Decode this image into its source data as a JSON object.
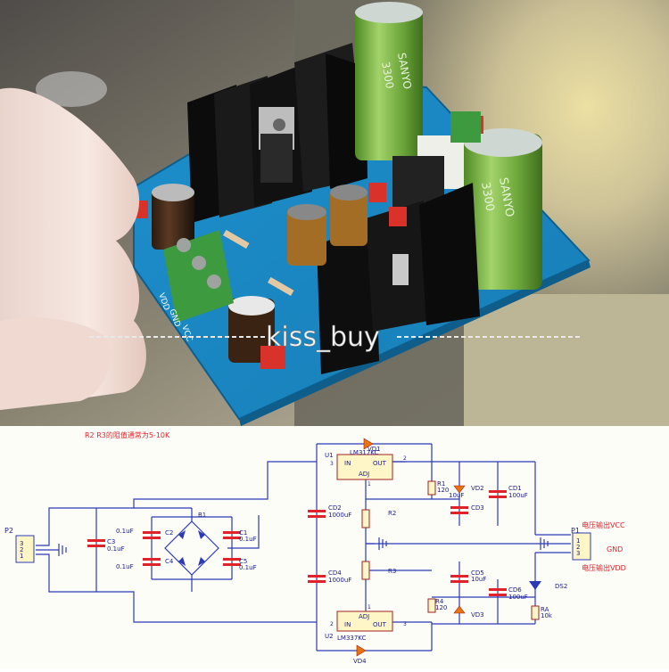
{
  "photo": {
    "watermark": "kiss_buy",
    "cap_brand": "SANYO",
    "cap_value": "3300",
    "terminal_labels": [
      "VDD",
      "GND",
      "VCC"
    ],
    "colors": {
      "pcb": "#1f8cc4",
      "heatsink": "#111111",
      "cap_green": "#7fb246",
      "terminal": "#3d9a3e"
    }
  },
  "schematic": {
    "note": "R2 R3的阻值通常为5-10K",
    "u1": {
      "ref": "U1",
      "part": "LM317KC",
      "in": "IN",
      "out": "OUT",
      "adj": "ADJ",
      "pin_in": "3",
      "pin_out": "2",
      "pin_adj": "1"
    },
    "u2": {
      "ref": "U2",
      "part": "LM337KC",
      "in": "IN",
      "out": "OUT",
      "adj": "ADJ",
      "pin_in": "2",
      "pin_out": "3",
      "pin_adj": "1"
    },
    "p2": {
      "ref": "P2",
      "pins": [
        "3",
        "2",
        "1"
      ]
    },
    "p1": {
      "ref": "P1",
      "pins": [
        "1",
        "2",
        "3"
      ]
    },
    "bridge": "B1",
    "caps": {
      "c1": [
        "C1",
        "0.1uF"
      ],
      "c2": [
        "C2",
        "0.1uF"
      ],
      "c3": [
        "C3",
        "0.1uF"
      ],
      "c4": [
        "C4",
        "0.1uF"
      ],
      "c5": [
        "C5",
        "0.1uF"
      ],
      "cd1": [
        "CD1",
        "100uF"
      ],
      "cd2": [
        "CD2",
        "1000uF"
      ],
      "cd3": [
        "CD3"
      ],
      "cd4": [
        "CD4",
        "1000uF"
      ],
      "cd5": [
        "CD5",
        "10uF"
      ],
      "cd6": [
        "CD6",
        "100uF"
      ]
    },
    "res": {
      "r1": [
        "R1",
        "120"
      ],
      "r2": [
        "R2"
      ],
      "r3": [
        "R3"
      ],
      "r4": [
        "R4",
        "120"
      ],
      "ra": [
        "RA",
        "10k"
      ]
    },
    "diodes": {
      "vd1": "VD1",
      "vd2": "VD2",
      "vd3": "VD3",
      "vd4": "VD4",
      "ds2": "DS2",
      "vd2_val": "10uF"
    },
    "outputs": {
      "vcc": "电压输出VCC",
      "gnd": "GND",
      "vdd": "电压输出VDD"
    },
    "colors": {
      "wire": "#2b3bb6",
      "part": "#e0222a",
      "text": "#1a1a8a",
      "label": "#e0222a"
    }
  }
}
